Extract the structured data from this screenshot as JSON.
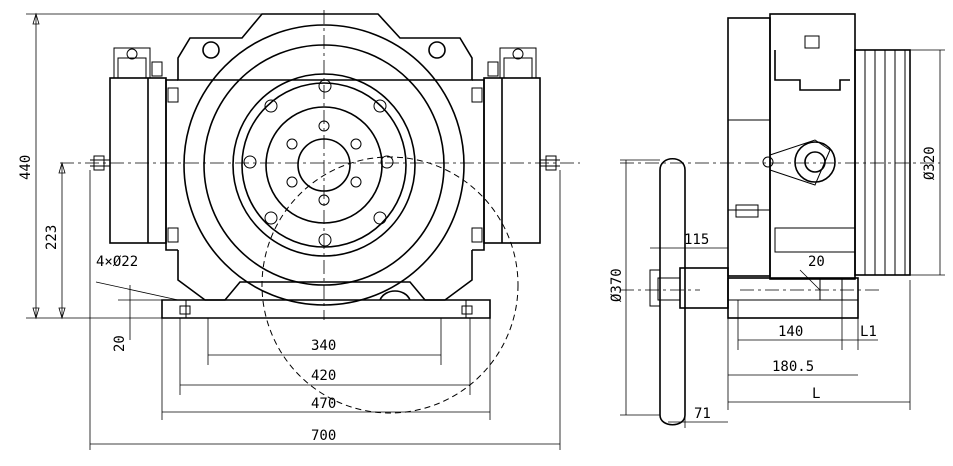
{
  "front_view": {
    "height_total": "440",
    "shaft_height": "223",
    "bolt_holes": "4×Ø22",
    "base_thickness": "20",
    "hole_spacing_1": "340",
    "hole_spacing_2": "420",
    "base_width": "470",
    "overall_width": "700"
  },
  "side_view": {
    "handwheel_dia": "Ø370",
    "wheel_offset": "115",
    "sheave_dia": "Ø320",
    "groove_offset": "20",
    "base_len_1": "140",
    "base_len_2": "180.5",
    "dim_l1": "L1",
    "dim_l": "L",
    "wheel_gap": "71"
  }
}
